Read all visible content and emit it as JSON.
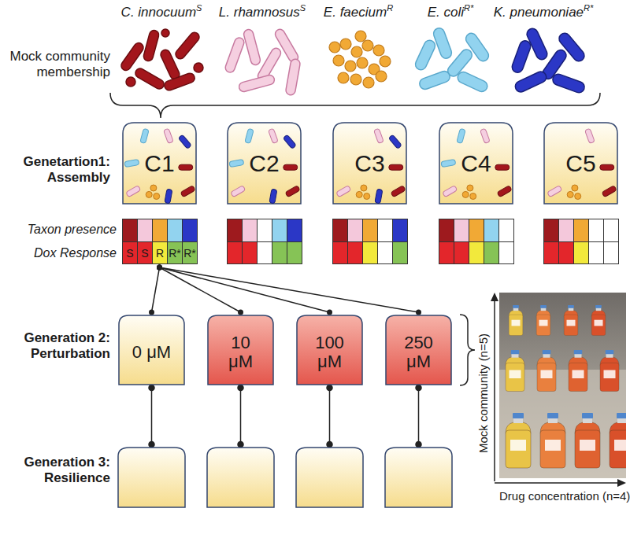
{
  "diagram": {
    "nodes": [
      {
        "text": [
          "C1"
        ]
      },
      {
        "text": [
          "C2"
        ]
      },
      {
        "text": [
          "C3"
        ]
      },
      {
        "text": [
          "C4"
        ]
      },
      {
        "text": [
          "C5"
        ]
      },
      {
        "text": [
          "S",
          "S",
          "R",
          "R*",
          "R*"
        ]
      },
      {
        "text": [
          "0 μM"
        ]
      },
      {
        "text": [
          "10 μM"
        ]
      },
      {
        "text": [
          "100 μM"
        ]
      },
      {
        "text": [
          "250 μM"
        ]
      }
    ],
    "edges": [
      {
        "from": 5,
        "to": 6,
        "arrow": "none"
      },
      {
        "from": 5,
        "to": 7,
        "arrow": "none"
      },
      {
        "from": 5,
        "to": 8,
        "arrow": "none"
      },
      {
        "from": 5,
        "to": 9,
        "arrow": "none"
      }
    ],
    "labels": [
      "Mock community membership",
      "C. innocuum",
      "S",
      "L. rhamnosus",
      "S",
      "E. faecium",
      "R",
      "E. coli",
      "R*",
      "K. pneumoniae",
      "R*",
      "Genetartion1: Assembly",
      "Taxon presence",
      "Dox Response",
      "Generation 2: Perturbation",
      "Generation 3: Resilience",
      "Mock community (n=5)",
      "Drug concentration (n=4)"
    ]
  }
}
